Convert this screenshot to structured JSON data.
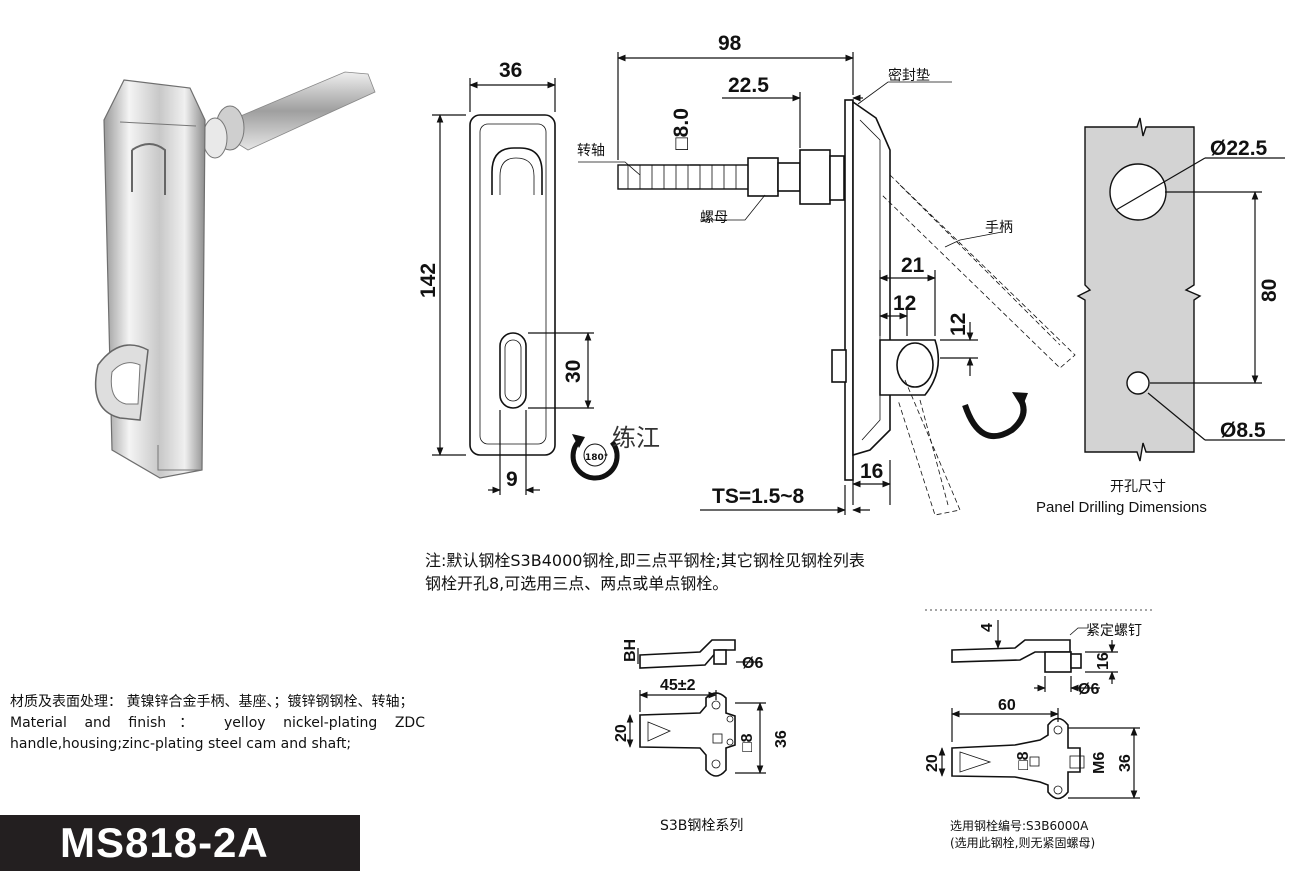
{
  "model": "MS818-2A",
  "dimensions": {
    "front_width": "36",
    "front_height": "142",
    "slot_height": "30",
    "slot_width": "9",
    "rotation": "180°",
    "total_length": "98",
    "shaft_offset": "22.5",
    "shaft_square": "□8.0",
    "cam_width": "21",
    "cam_inner": "12",
    "cam_height": "12",
    "handle_depth": "16",
    "panel_thickness": "TS=1.5~8",
    "hole_large": "Ø22.5",
    "hole_spacing": "80",
    "hole_small": "Ø8.5"
  },
  "labels": {
    "shaft": "转轴",
    "nut": "螺母",
    "gasket": "密封垫",
    "handle": "手柄",
    "panel_cn": "开孔尺寸",
    "panel_en": "Panel Drilling Dimensions",
    "set_screw": "紧定螺钉",
    "watermark": "练江"
  },
  "note": {
    "line1": "注:默认钢栓S3B4000钢栓,即三点平钢栓;其它钢栓见钢栓列表",
    "line2": "钢栓开孔8,可选用三点、两点或单点钢栓。"
  },
  "material": {
    "cn": "材质及表面处理： 黄镍锌合金手柄、基座、；镀锌钢钢栓、转轴；",
    "en1": "Material and finish： yelloy nickel-plating ZDC",
    "en2": "handle,housing;zinc-plating steel cam and shaft;"
  },
  "cam_left": {
    "bh": "BH",
    "bolt_dia": "Ø6",
    "length": "45±2",
    "width": "20",
    "square": "□8",
    "height": "36",
    "caption": "S3B钢栓系列"
  },
  "cam_right": {
    "thickness": "4",
    "screw_h": "16",
    "bolt_dia": "Ø6",
    "length": "60",
    "width": "20",
    "square": "□8",
    "thread": "M6",
    "height": "36",
    "caption1": "选用钢栓编号:S3B6000A",
    "caption2": "(选用此钢栓,则无紧固螺母)"
  },
  "colors": {
    "panel_fill": "#d3d3d3",
    "model_bg": "#231f20",
    "model_text": "#ffffff"
  }
}
